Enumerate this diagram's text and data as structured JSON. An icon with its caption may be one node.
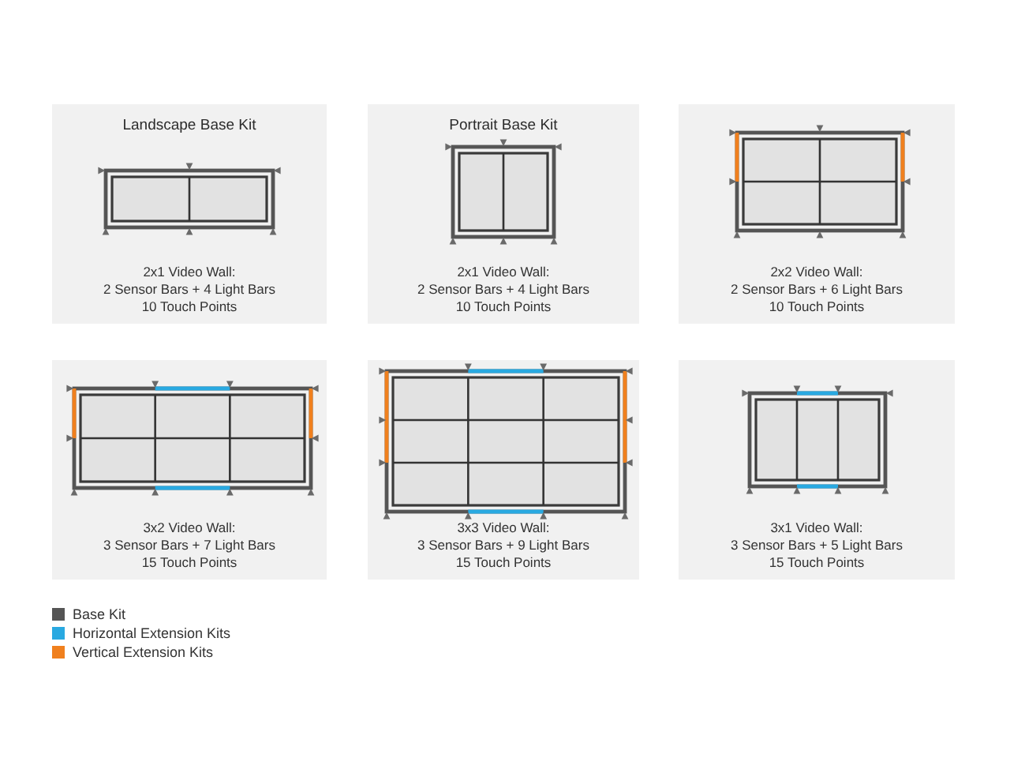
{
  "diagram": {
    "nodes": [
      {
        "text": [
          "Landscape Base Kit",
          "2x1 Video Wall:",
          "2 Sensor Bars + 4 Light Bars",
          "10 Touch Points"
        ]
      },
      {
        "text": [
          "Portrait Base Kit",
          "2x1 Video Wall:",
          "2 Sensor Bars + 4 Light Bars",
          "10 Touch Points"
        ]
      },
      {
        "text": [
          "2x2 Video Wall:",
          "2 Sensor Bars + 6 Light Bars",
          "10 Touch Points"
        ]
      },
      {
        "text": [
          "3x2 Video Wall:",
          "3 Sensor Bars + 7 Light Bars",
          "15 Touch Points"
        ]
      },
      {
        "text": [
          "3x3 Video Wall:",
          "3 Sensor Bars + 9 Light Bars",
          "15 Touch Points"
        ]
      },
      {
        "text": [
          "3x1 Video Wall:",
          "3 Sensor Bars + 5 Light Bars",
          "15 Touch Points"
        ]
      }
    ],
    "legend": [
      {
        "text": "Base Kit",
        "color": "#555555"
      },
      {
        "text": "Horizontal Extension Kits",
        "color": "#29a9e1"
      },
      {
        "text": "Vertical Extension Kits",
        "color": "#f0801e"
      }
    ]
  }
}
